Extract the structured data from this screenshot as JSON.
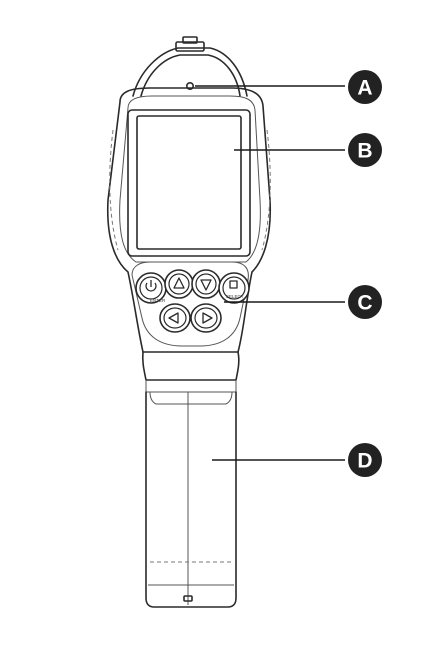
{
  "diagram": {
    "callouts": [
      {
        "label": "A"
      },
      {
        "label": "B"
      },
      {
        "label": "C"
      },
      {
        "label": "D"
      }
    ],
    "button_texts": {
      "power_label": "ENTER",
      "select_label": "SELECT"
    }
  }
}
